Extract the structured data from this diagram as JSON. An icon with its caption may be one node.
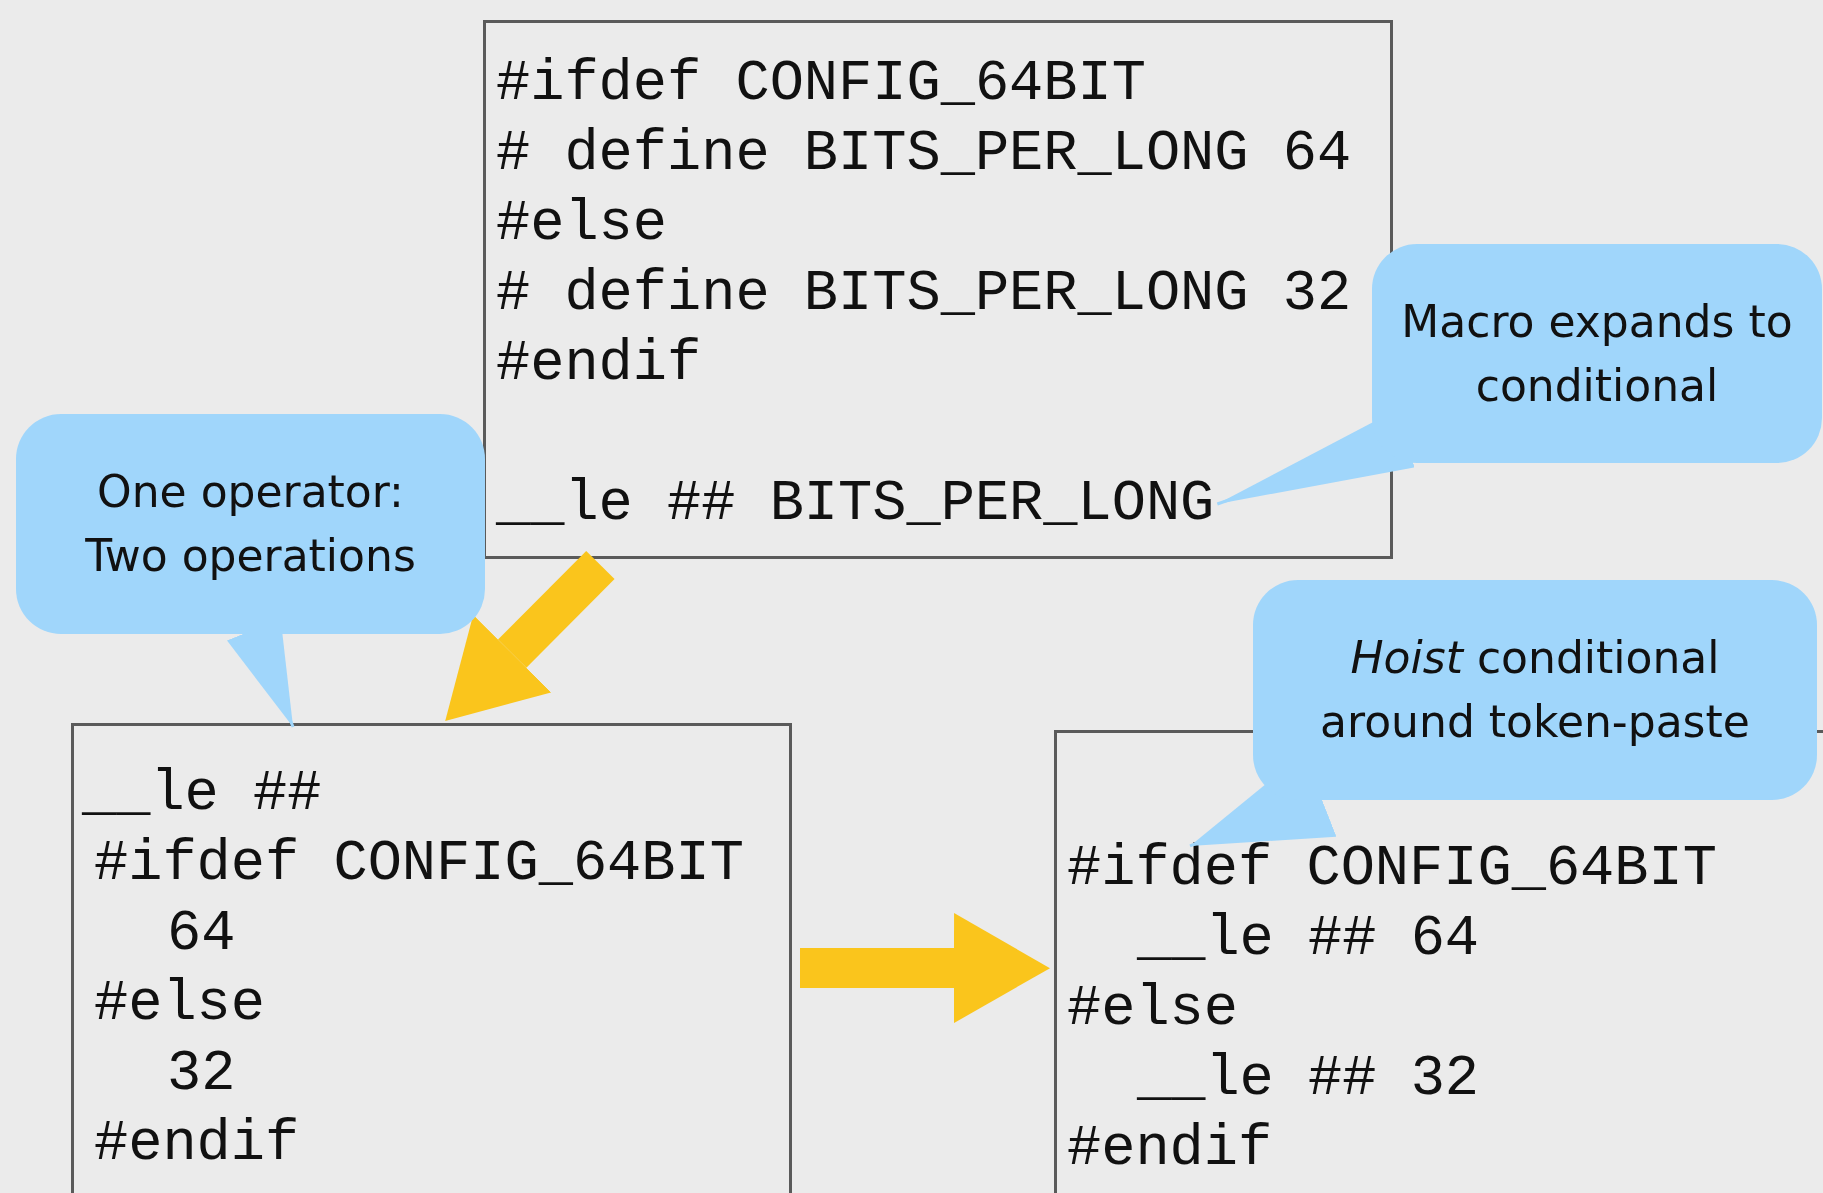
{
  "diagram": {
    "nodes": [
      {
        "text": [
          "#ifdef CONFIG_64BIT",
          "# define BITS_PER_LONG 64",
          "#else",
          "# define BITS_PER_LONG 32",
          "#endif"
        ]
      },
      {
        "text": [
          "__le ## BITS_PER_LONG"
        ],
        "in": 0
      },
      {
        "text": [
          "Macro expands to conditional"
        ]
      },
      {
        "text": [
          "One operator: Two operations"
        ]
      },
      {
        "text": [
          "__le ##",
          "#ifdef CONFIG_64BIT",
          "64",
          "#else",
          "32",
          "#endif"
        ]
      },
      {
        "text": [
          "*Hoist* conditional around token-paste"
        ]
      },
      {
        "text": [
          "#ifdef CONFIG_64BIT",
          "__le ## 64",
          "#else",
          "__le ## 32",
          "#endif"
        ]
      }
    ],
    "edges": [
      {
        "from": 0,
        "to": 4,
        "arrow": "to",
        "style": "thick",
        "color": "#fac51c"
      },
      {
        "from": 4,
        "to": 6,
        "arrow": "to",
        "style": "thick",
        "color": "#fac51c"
      },
      {
        "from": 2,
        "to": 1,
        "arrow": "to"
      },
      {
        "from": 3,
        "to": 4,
        "arrow": "to"
      },
      {
        "from": 5,
        "to": 6,
        "arrow": "to"
      }
    ]
  }
}
